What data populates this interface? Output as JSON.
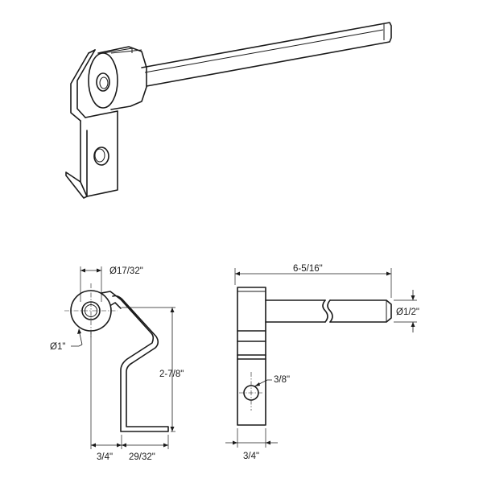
{
  "dimensions": {
    "front_bore_diameter": "Ø17/32\"",
    "front_outer_diameter": "Ø1\"",
    "front_height": "2-7/8\"",
    "front_base_width": "3/4\"",
    "front_hook_width": "29/32\"",
    "side_overall_length": "6-5/16\"",
    "side_pin_diameter": "Ø1/2\"",
    "side_hole_diameter": "3/8\"",
    "side_width": "3/4\""
  }
}
